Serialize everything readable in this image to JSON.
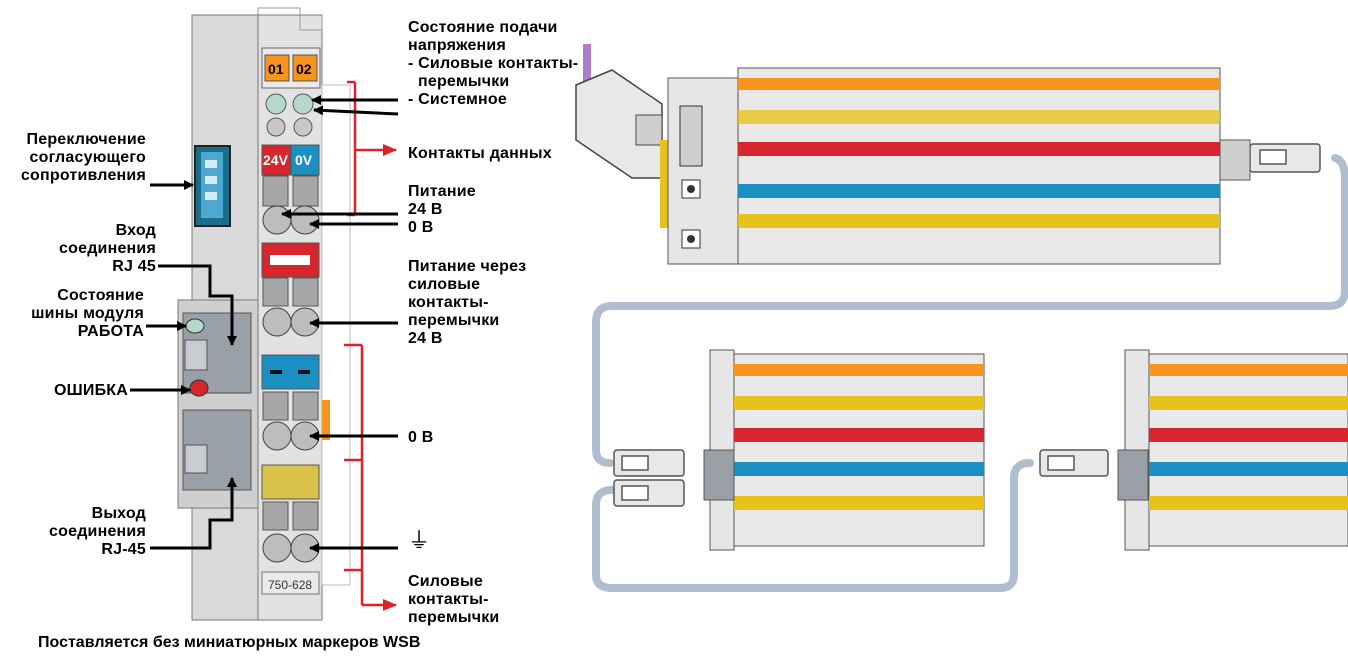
{
  "labels": {
    "supply_state_1": "Состояние подачи",
    "supply_state_2": "напряжения",
    "power_jumper_1": "- Силовые контакты-",
    "power_jumper_2": "перемычки",
    "system": "- Системное",
    "data_contacts": "Контакты данных",
    "power_1": "Питание",
    "power_2": "24 В",
    "power_3": "0 В",
    "via_jumper_1": "Питание через",
    "via_jumper_2": "силовые",
    "via_jumper_3": "контакты-",
    "via_jumper_4": "перемычки",
    "via_jumper_5": "24 В",
    "zero_v": "0 В",
    "ground": "⏚",
    "power_contacts_1": "Силовые",
    "power_contacts_2": "контакты-",
    "power_contacts_3": "перемычки",
    "termination_1": "Переключение",
    "termination_2": "согласующего",
    "termination_3": "сопротивления",
    "rj45_in_1": "Вход",
    "rj45_in_2": "соединения",
    "rj45_in_3": "RJ 45",
    "bus_state_1": "Состояние",
    "bus_state_2": "шины модуля",
    "bus_state_3": "РАБОТА",
    "error": "ОШИБКА",
    "rj45_out_1": "Выход",
    "rj45_out_2": "соединения",
    "rj45_out_3": "RJ-45"
  },
  "module": {
    "led1": "01",
    "led2": "02",
    "v24": "24V",
    "v0": "0V",
    "code": "750-628"
  },
  "footer": "Поставляется без миниатюрных маркеров WSB",
  "colors": {
    "orange": "#f7941d",
    "red": "#d7262e",
    "blue": "#1b8fc1",
    "yellow": "#e7c21b",
    "grey": "#c8c8c8",
    "arrow_red": "#e0202a",
    "cable": "#b0bccf"
  }
}
